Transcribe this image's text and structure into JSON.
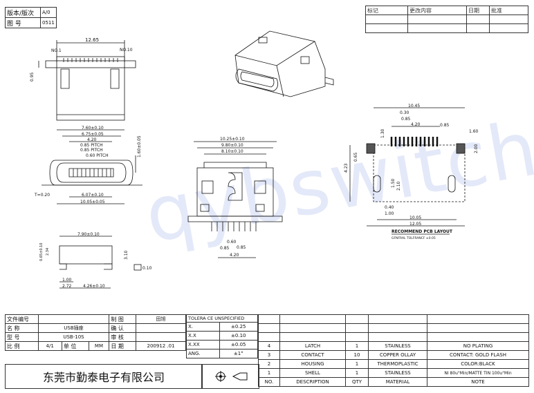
{
  "top_left": {
    "version_label": "版本/版次",
    "version_value": "A/0",
    "drawing_no_label": "图 号",
    "drawing_no_value": "0511"
  },
  "revision_table": {
    "headers": [
      "标记",
      "更改内容",
      "日期",
      "批准"
    ]
  },
  "watermark": "qybswitch.com",
  "views": {
    "top": {
      "dims": [
        "12.65",
        "NO.1",
        "NO.10",
        "0.95"
      ]
    },
    "front": {
      "dims": [
        "7.60±0.10",
        "6.75±0.05",
        "4.20",
        "0.85 PITCH",
        "0.85 PITCH",
        "0.60 PITCH",
        "1.60±0.05",
        "T=0.20",
        "6.07±0.10",
        "10.05±0.05"
      ]
    },
    "side": {
      "dims": [
        "7.90±0.10",
        "0.65±0.10",
        "2.34",
        "3.10",
        "0.10",
        "1.00",
        "2.72",
        "4.26±0.10"
      ]
    },
    "bottom": {
      "dims": [
        "10.25±0.10",
        "9.80±0.10",
        "8.10±0.10",
        "0.60",
        "0.85",
        "0.85",
        "4.20"
      ]
    },
    "pcb": {
      "dims": [
        "10.45",
        "0.30",
        "0.85",
        "4.20",
        "0.85",
        "1.30",
        "1.60",
        "2.00",
        "4.23",
        "0.65",
        "1.50",
        "2.10",
        "0.40",
        "1.00",
        "10.05",
        "12.05"
      ],
      "title": "RECOMMEND PCB LAYOUT",
      "note": "GFNFRAL TOLFRANCF ±0.05"
    }
  },
  "title_block": {
    "file_no_label": "文件编号",
    "name_label": "名 称",
    "name_value": "USB插座",
    "model_label": "型 号",
    "model_value": "USB-10S",
    "scale_label": "比 例",
    "scale_value": "4/1",
    "unit_label": "单 位",
    "unit_value": "MM",
    "drawn_label": "制 图",
    "drawn_value": "田旭",
    "confirm_label": "确 认",
    "review_label": "审 核",
    "date_label": "日 期",
    "date_value": "200912 .01",
    "company": "东莞市勤泰电子有限公司"
  },
  "tolerance_table": {
    "header": "TOLERA CE UNSPECIFIED",
    "rows": [
      {
        "k": "X.",
        "v": "±0.25"
      },
      {
        "k": "X.X",
        "v": "±0.10"
      },
      {
        "k": "X.XX",
        "v": "±0.05"
      },
      {
        "k": "ANG.",
        "v": "±1°"
      }
    ]
  },
  "bom": {
    "headers": [
      "NO.",
      "DESCRIPTION",
      "QTY",
      "MATERIAL",
      "NOTE"
    ],
    "rows": [
      {
        "no": "4",
        "desc": "LATCH",
        "qty": "1",
        "material": "STAINLESS",
        "note": "NO PLATING"
      },
      {
        "no": "3",
        "desc": "CONTACT",
        "qty": "10",
        "material": "COPPER OLLAY",
        "note": "CONTACT: GOLD FLASH"
      },
      {
        "no": "2",
        "desc": "HOUSING",
        "qty": "1",
        "material": "THERMOPLASTIC",
        "note": "COLOR:BLACK"
      },
      {
        "no": "1",
        "desc": "SHELL",
        "qty": "1",
        "material": "STAINLESS",
        "note": "NI 80u\"Min/MATTE TIN 100u\"Min"
      }
    ]
  }
}
